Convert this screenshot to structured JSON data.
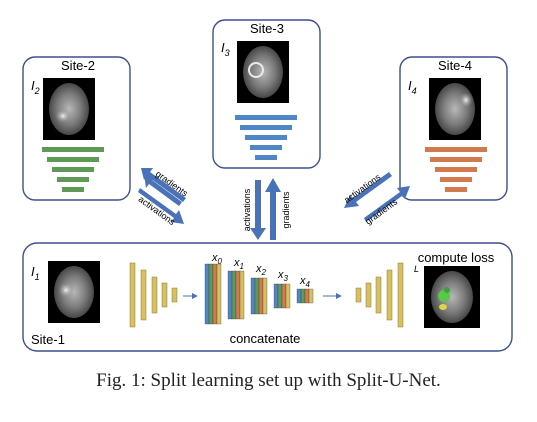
{
  "sites": {
    "site2": {
      "label": "Site-2",
      "image_label": "I",
      "image_sub": "2"
    },
    "site3": {
      "label": "Site-3",
      "image_label": "I",
      "image_sub": "3"
    },
    "site4": {
      "label": "Site-4",
      "image_label": "I",
      "image_sub": "4"
    },
    "site1": {
      "label": "Site-1",
      "image_label": "I",
      "image_sub": "1"
    }
  },
  "arrows": {
    "activations": "activations",
    "gradients": "gradients"
  },
  "server": {
    "features": [
      {
        "name": "x",
        "sub": "0"
      },
      {
        "name": "x",
        "sub": "1"
      },
      {
        "name": "x",
        "sub": "2"
      },
      {
        "name": "x",
        "sub": "3"
      },
      {
        "name": "x",
        "sub": "4"
      }
    ],
    "concatenate": "concatenate",
    "compute_loss": "compute loss",
    "loss_symbol": "L"
  },
  "colors": {
    "site2": "#5e9a56",
    "site3": "#4f86c6",
    "site4": "#d17a4f",
    "site1": "#d6c060",
    "arrow": "#4a72b8",
    "border": "#3d4f8f"
  },
  "caption": "Fig. 1: Split learning set up with Split-U-Net."
}
